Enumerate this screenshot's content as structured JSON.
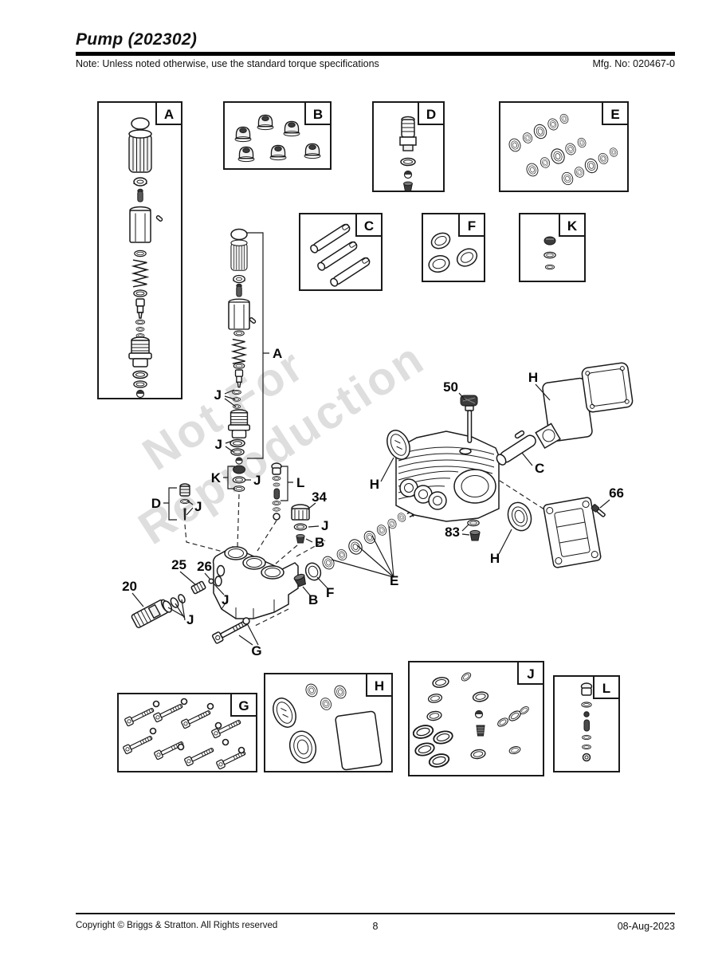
{
  "page": {
    "title": "Pump (202302)",
    "note": "Note: Unless noted otherwise, use the standard torque specifications",
    "mfg_no": "Mfg. No: 020467-0",
    "footer_copyright": "Copyright ©  Briggs & Stratton. All Rights reserved",
    "footer_page": "8",
    "footer_date": "08-Aug-2023"
  },
  "watermark": {
    "line1": "Not For",
    "line2": "Reproduction"
  },
  "labels": {
    "A": "A",
    "B": "B",
    "C": "C",
    "D": "D",
    "E": "E",
    "F": "F",
    "G": "G",
    "H": "H",
    "J": "J",
    "K": "K",
    "L": "L",
    "n20": "20",
    "n25": "25",
    "n26": "26",
    "n34": "34",
    "n50": "50",
    "n66": "66",
    "n83": "83"
  }
}
